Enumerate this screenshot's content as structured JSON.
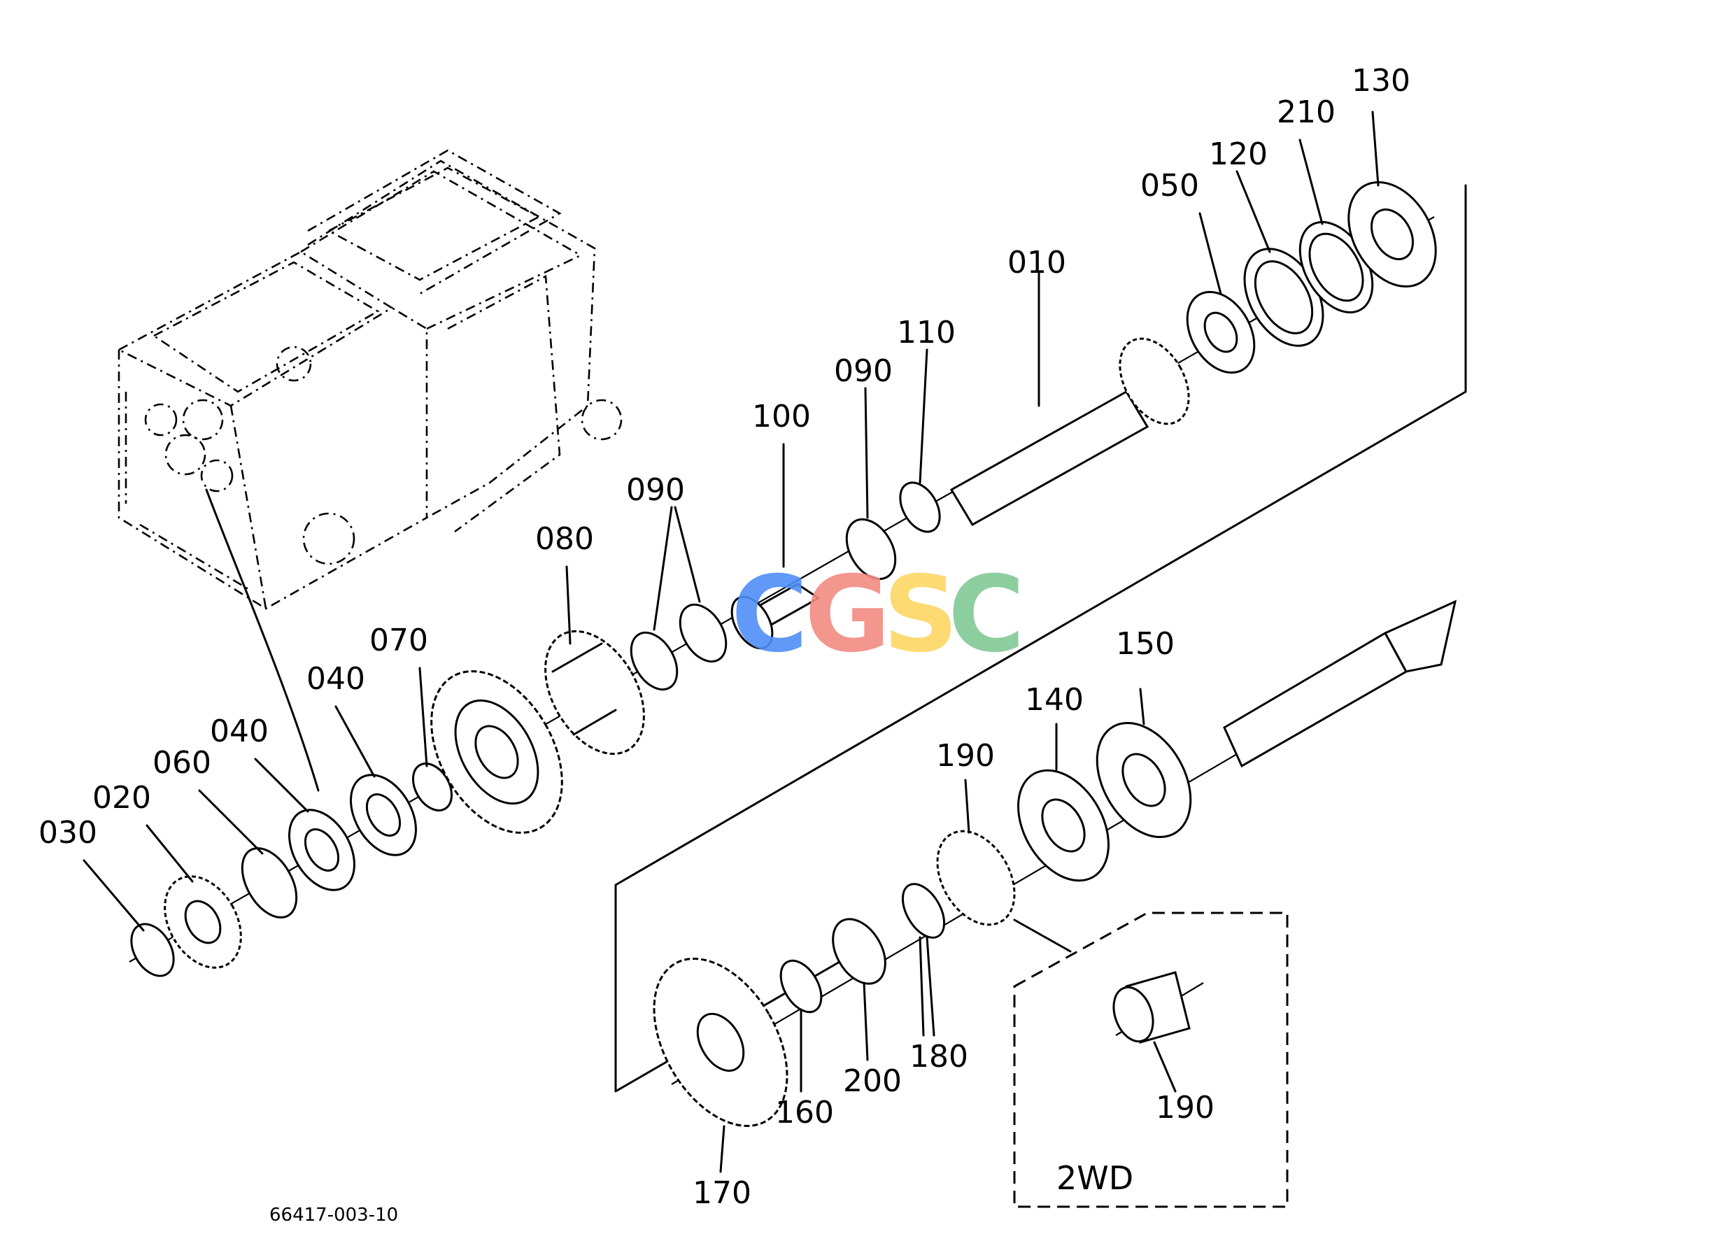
{
  "diagram": {
    "drawing_number": "66417-003-10",
    "variant_label": "2WD",
    "watermark": {
      "letters": [
        "C",
        "G",
        "S",
        "C"
      ],
      "colors": [
        "#4f8ff7",
        "#f28b82",
        "#fdd663",
        "#81c995"
      ]
    },
    "part_labels": {
      "p010": "010",
      "p020": "020",
      "p030": "030",
      "p040a": "040",
      "p040b": "040",
      "p050": "050",
      "p060": "060",
      "p070": "070",
      "p080": "080",
      "p090a": "090",
      "p090b": "090",
      "p100": "100",
      "p110": "110",
      "p120": "120",
      "p130": "130",
      "p140": "140",
      "p150": "150",
      "p160": "160",
      "p170": "170",
      "p180": "180",
      "p190a": "190",
      "p190b": "190",
      "p200": "200",
      "p210": "210"
    }
  }
}
